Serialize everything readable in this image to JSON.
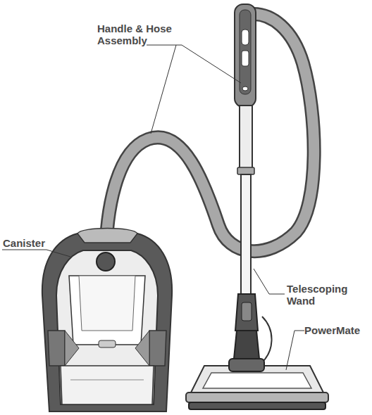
{
  "diagram": {
    "labels": [
      "Handle & Hose Assembly",
      "Canister",
      "Telescoping Wand",
      "PowerMate"
    ]
  }
}
